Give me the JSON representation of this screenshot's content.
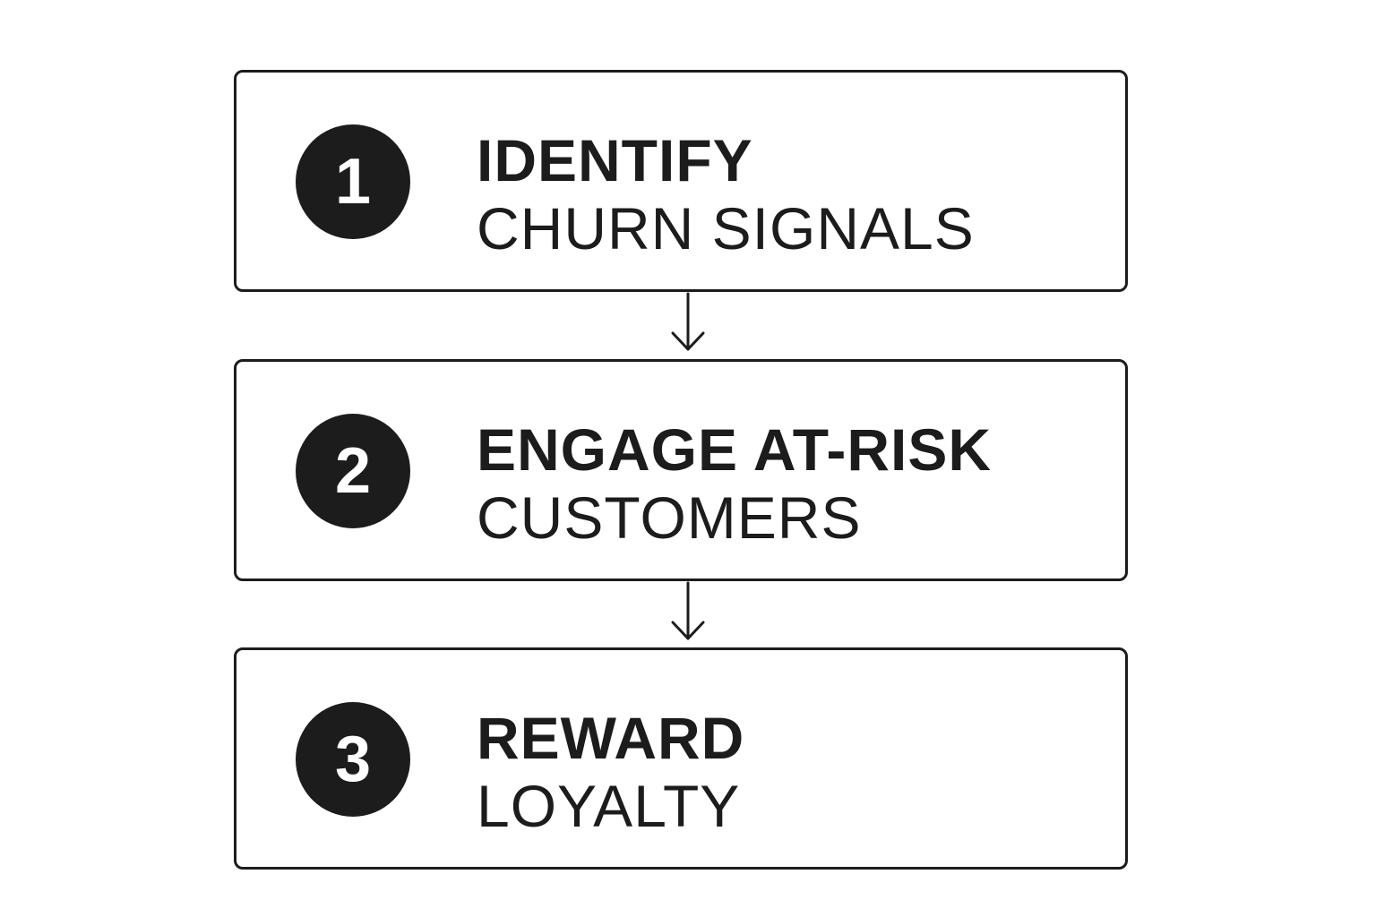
{
  "steps": [
    {
      "number": "1",
      "line1": "IDENTIFY",
      "line2": "CHURN SIGNALS"
    },
    {
      "number": "2",
      "line1": "ENGAGE AT-RISK",
      "line2": "CUSTOMERS"
    },
    {
      "number": "3",
      "line1": "REWARD",
      "line2": "LOYALTY"
    }
  ],
  "colors": {
    "ink": "#1c1c1c",
    "background": "#ffffff"
  },
  "icons": [
    "down-arrow-icon",
    "down-arrow-icon"
  ]
}
